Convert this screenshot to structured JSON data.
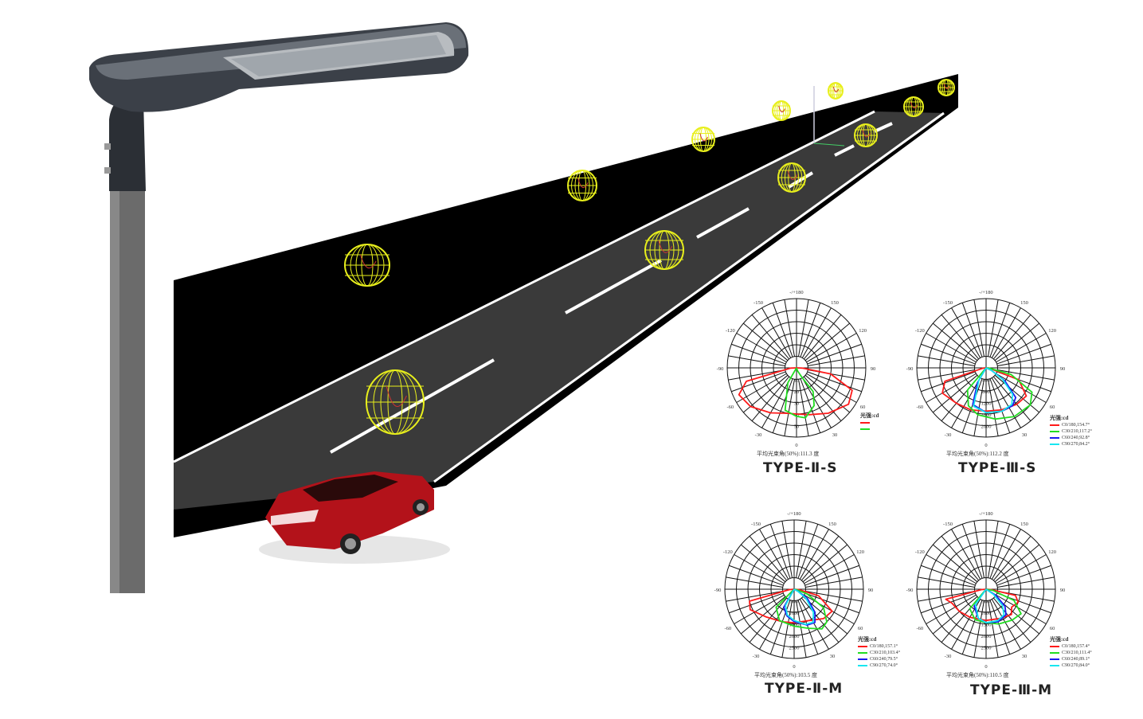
{
  "colors": {
    "red": "#ff1a1a",
    "green": "#22dd22",
    "blue": "#1a1aee",
    "cyan": "#18e6f0",
    "blob": "#e8ef1c",
    "car": "#b3121a"
  },
  "angle_labels": [
    "-/+180",
    "-150",
    "150",
    "-120",
    "120",
    "-90",
    "90",
    "-60",
    "60",
    "-30",
    "30",
    "0"
  ],
  "chart_data": [
    {
      "type": "polar",
      "title": "TYPE-Ⅱ-S",
      "beam_label": "平均光束角(50%):111.3  度",
      "legend_title": "光强:cd",
      "rmax": 60,
      "ring_labels": [
        "10",
        "20",
        "30",
        "40",
        "50"
      ],
      "series": [
        {
          "name": "",
          "color": "red",
          "points": [
            [
              -88,
              5
            ],
            [
              -75,
              45
            ],
            [
              -65,
              55
            ],
            [
              -50,
              52
            ],
            [
              -30,
              45
            ],
            [
              -10,
              40
            ],
            [
              0,
              40
            ],
            [
              15,
              42
            ],
            [
              35,
              48
            ],
            [
              55,
              55
            ],
            [
              68,
              52
            ],
            [
              80,
              30
            ],
            [
              88,
              5
            ]
          ]
        },
        {
          "name": "",
          "color": "green",
          "points": [
            [
              -30,
              15
            ],
            [
              -15,
              38
            ],
            [
              0,
              42
            ],
            [
              10,
              44
            ],
            [
              25,
              36
            ],
            [
              35,
              25
            ],
            [
              30,
              10
            ],
            [
              20,
              3
            ]
          ]
        }
      ]
    },
    {
      "type": "polar",
      "title": "TYPE-Ⅲ-S",
      "beam_label": "平均光束角(50%):112.2  度",
      "legend_title": "光强:cd",
      "rmax": 2400,
      "ring_labels": [
        "400",
        "800",
        "1200",
        "1600",
        "2000"
      ],
      "series": [
        {
          "name": "C0/180,154.7°",
          "color": "red",
          "points": [
            [
              -85,
              100
            ],
            [
              -72,
              1500
            ],
            [
              -60,
              1750
            ],
            [
              -40,
              1600
            ],
            [
              -20,
              1550
            ],
            [
              0,
              1500
            ],
            [
              20,
              1550
            ],
            [
              40,
              1650
            ],
            [
              55,
              1700
            ],
            [
              70,
              1200
            ],
            [
              85,
              100
            ]
          ]
        },
        {
          "name": "C30/210,117.2°",
          "color": "green",
          "points": [
            [
              -40,
              1000
            ],
            [
              -25,
              1450
            ],
            [
              -10,
              1650
            ],
            [
              10,
              1800
            ],
            [
              30,
              1950
            ],
            [
              50,
              2000
            ],
            [
              62,
              1800
            ],
            [
              75,
              900
            ],
            [
              85,
              100
            ]
          ]
        },
        {
          "name": "C60/240,92.8°",
          "color": "blue",
          "points": [
            [
              -30,
              600
            ],
            [
              -20,
              1350
            ],
            [
              0,
              1550
            ],
            [
              20,
              1600
            ],
            [
              35,
              1600
            ],
            [
              45,
              1450
            ],
            [
              55,
              800
            ],
            [
              65,
              200
            ]
          ]
        },
        {
          "name": "C90/270,84.2°",
          "color": "cyan",
          "points": [
            [
              -30,
              500
            ],
            [
              -18,
              1400
            ],
            [
              0,
              1550
            ],
            [
              20,
              1600
            ],
            [
              35,
              1550
            ],
            [
              45,
              1300
            ],
            [
              55,
              700
            ],
            [
              65,
              200
            ]
          ]
        }
      ]
    },
    {
      "type": "polar",
      "title": "TYPE-Ⅱ-M",
      "beam_label": "平均光束角(50%):103.5  度",
      "legend_title": "光强:cd",
      "rmax": 3000,
      "ring_labels": [
        "500",
        "1000",
        "1500",
        "2000",
        "2500"
      ],
      "series": [
        {
          "name": "C0/180,157.1°",
          "color": "red",
          "points": [
            [
              -85,
              200
            ],
            [
              -75,
              2000
            ],
            [
              -65,
              2100
            ],
            [
              -45,
              1700
            ],
            [
              -20,
              1500
            ],
            [
              0,
              1450
            ],
            [
              25,
              1500
            ],
            [
              45,
              1800
            ],
            [
              60,
              1900
            ],
            [
              75,
              1100
            ],
            [
              85,
              200
            ]
          ]
        },
        {
          "name": "C30/210,103.4°",
          "color": "green",
          "points": [
            [
              -45,
              1100
            ],
            [
              -25,
              1500
            ],
            [
              0,
              1600
            ],
            [
              20,
              1800
            ],
            [
              35,
              2100
            ],
            [
              45,
              2000
            ],
            [
              58,
              1500
            ],
            [
              70,
              600
            ],
            [
              80,
              100
            ]
          ]
        },
        {
          "name": "C60/240,79.5°",
          "color": "blue",
          "points": [
            [
              -30,
              900
            ],
            [
              -15,
              1200
            ],
            [
              0,
              1400
            ],
            [
              20,
              1650
            ],
            [
              32,
              1700
            ],
            [
              42,
              1350
            ],
            [
              55,
              700
            ],
            [
              62,
              200
            ]
          ]
        },
        {
          "name": "C90/270,74.0°",
          "color": "cyan",
          "points": [
            [
              -28,
              800
            ],
            [
              -15,
              1150
            ],
            [
              0,
              1350
            ],
            [
              18,
              1600
            ],
            [
              30,
              1650
            ],
            [
              40,
              1300
            ],
            [
              52,
              650
            ],
            [
              60,
              200
            ]
          ]
        }
      ]
    },
    {
      "type": "polar",
      "title": "TYPE-Ⅲ-M",
      "beam_label": "平均光束角(50%):110.5  度",
      "legend_title": "光强:cd",
      "rmax": 3000,
      "ring_labels": [
        "500",
        "1000",
        "1500",
        "2000",
        "2500"
      ],
      "series": [
        {
          "name": "C0/180,157.4°",
          "color": "red",
          "points": [
            [
              -85,
              200
            ],
            [
              -76,
              1800
            ],
            [
              -68,
              1600
            ],
            [
              -50,
              1500
            ],
            [
              -30,
              1400
            ],
            [
              0,
              1350
            ],
            [
              25,
              1400
            ],
            [
              45,
              1550
            ],
            [
              55,
              1350
            ],
            [
              68,
              1500
            ],
            [
              78,
              1300
            ],
            [
              86,
              200
            ]
          ]
        },
        {
          "name": "C30/210,111.4°",
          "color": "green",
          "points": [
            [
              -40,
              1100
            ],
            [
              -20,
              1400
            ],
            [
              0,
              1450
            ],
            [
              20,
              1600
            ],
            [
              40,
              1750
            ],
            [
              55,
              1850
            ],
            [
              68,
              1300
            ],
            [
              80,
              300
            ]
          ]
        },
        {
          "name": "C60/240,89.1°",
          "color": "blue",
          "points": [
            [
              -35,
              900
            ],
            [
              -15,
              1300
            ],
            [
              0,
              1450
            ],
            [
              20,
              1500
            ],
            [
              38,
              1400
            ],
            [
              48,
              1100
            ],
            [
              58,
              500
            ]
          ]
        },
        {
          "name": "C90/270,84.0°",
          "color": "cyan",
          "points": [
            [
              -35,
              800
            ],
            [
              -15,
              1300
            ],
            [
              0,
              1450
            ],
            [
              20,
              1450
            ],
            [
              35,
              1350
            ],
            [
              45,
              1000
            ],
            [
              55,
              400
            ]
          ]
        }
      ]
    }
  ]
}
